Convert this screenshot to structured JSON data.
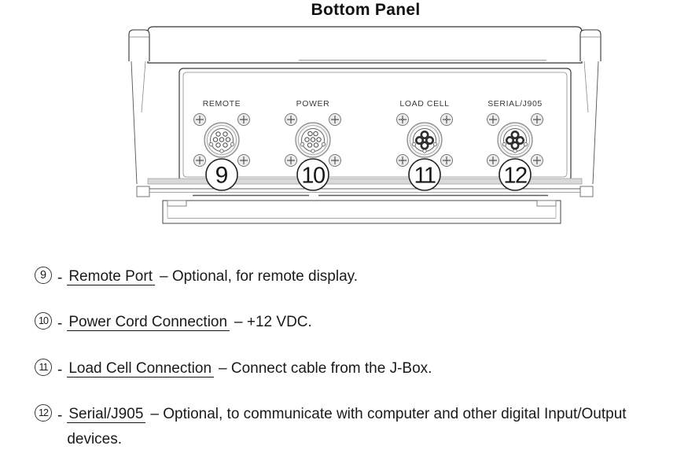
{
  "page": {
    "title": "Bottom Panel"
  },
  "diagram": {
    "connectors": [
      {
        "label": "REMOTE",
        "number": "9"
      },
      {
        "label": "POWER",
        "number": "10"
      },
      {
        "label": "LOAD CELL",
        "number": "11"
      },
      {
        "label": "SERIAL/J905",
        "number": "12"
      }
    ]
  },
  "legend": {
    "separator": "-",
    "items": [
      {
        "number": "9",
        "term": "Remote Port",
        "description": "– Optional, for remote display."
      },
      {
        "number": "10",
        "term": "Power Cord Connection",
        "description": "– +12 VDC."
      },
      {
        "number": "11",
        "term": "Load Cell Connection",
        "description": "– Connect cable from the J-Box."
      },
      {
        "number": "12",
        "term": "Serial/J905",
        "description": "– Optional, to communicate with computer and other digital Input/Output devices."
      }
    ]
  }
}
